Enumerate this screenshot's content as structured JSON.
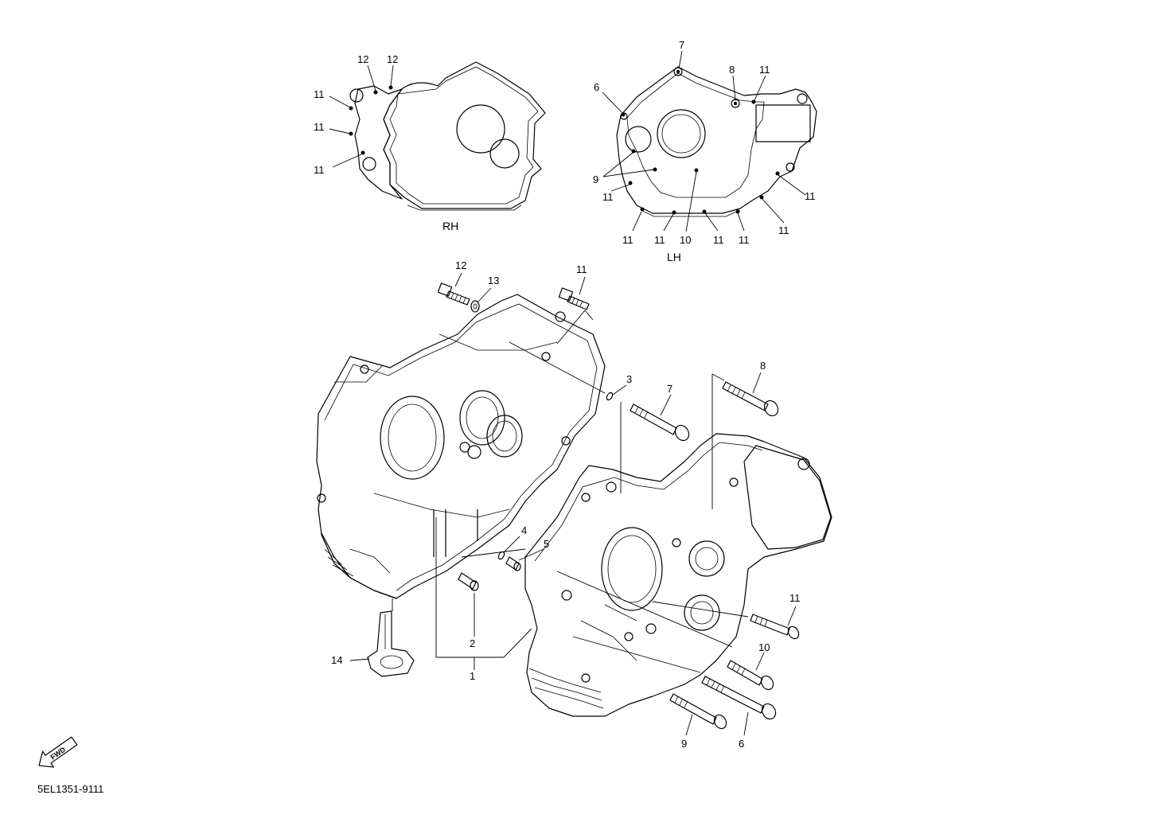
{
  "document_code": "5EL1351-9111",
  "views": {
    "right": "RH",
    "left": "LH"
  },
  "fwd_badge": "FWD",
  "callouts": {
    "rh_12a": "12",
    "rh_12b": "12",
    "rh_11a": "11",
    "rh_11b": "11",
    "rh_11c": "11",
    "lh_7": "7",
    "lh_8": "8",
    "lh_11top": "11",
    "lh_6": "6",
    "lh_9": "9",
    "lh_11l": "11",
    "lh_11b1": "11",
    "lh_11b2": "11",
    "lh_10": "10",
    "lh_11b3": "11",
    "lh_11b4": "11",
    "lh_11r1": "11",
    "lh_11r2": "11",
    "m_12": "12",
    "m_13": "13",
    "m_11": "11",
    "m_3": "3",
    "m_8": "8",
    "m_7": "7",
    "m_4": "4",
    "m_5": "5",
    "m_2": "2",
    "m_1": "1",
    "m_14": "14",
    "m_11r": "11",
    "m_10": "10",
    "m_9": "9",
    "m_6": "6"
  }
}
